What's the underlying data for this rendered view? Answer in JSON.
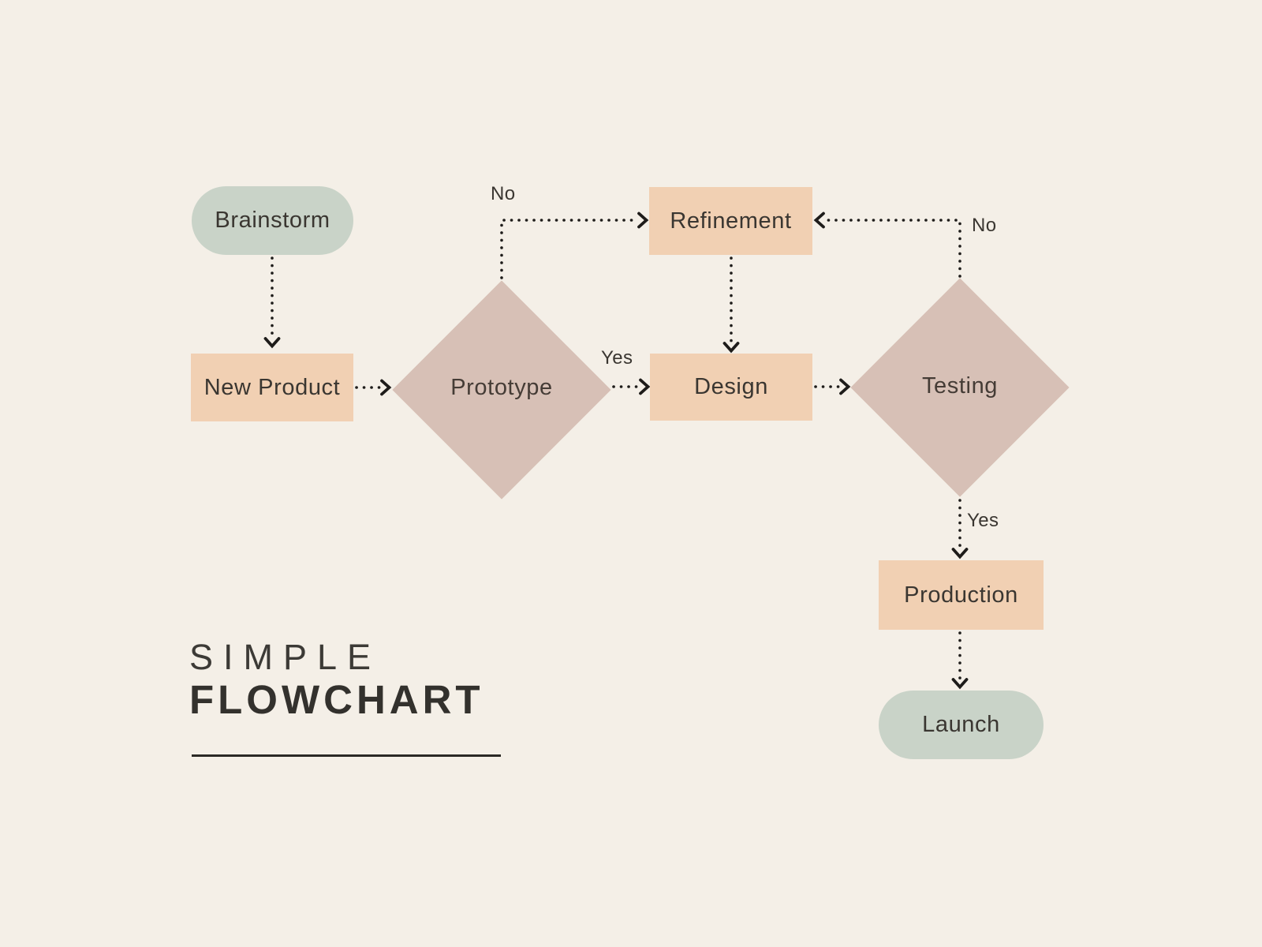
{
  "title": {
    "line1": "SIMPLE",
    "line2": "FLOWCHART"
  },
  "colors": {
    "background": "#f4efe7",
    "terminator_fill": "#c9d3c8",
    "process_fill": "#f1d0b3",
    "decision_fill": "#d7c0b6",
    "text": "#3a3631",
    "connector": "#1e1c1a"
  },
  "nodes": {
    "brainstorm": {
      "label": "Brainstorm",
      "shape": "terminator"
    },
    "new_product": {
      "label": "New Product",
      "shape": "process"
    },
    "prototype": {
      "label": "Prototype",
      "shape": "decision"
    },
    "refinement": {
      "label": "Refinement",
      "shape": "process"
    },
    "design": {
      "label": "Design",
      "shape": "process"
    },
    "testing": {
      "label": "Testing",
      "shape": "decision"
    },
    "production": {
      "label": "Production",
      "shape": "process"
    },
    "launch": {
      "label": "Launch",
      "shape": "terminator"
    }
  },
  "edge_labels": {
    "prototype_no": "No",
    "prototype_yes": "Yes",
    "testing_no": "No",
    "testing_yes": "Yes"
  }
}
